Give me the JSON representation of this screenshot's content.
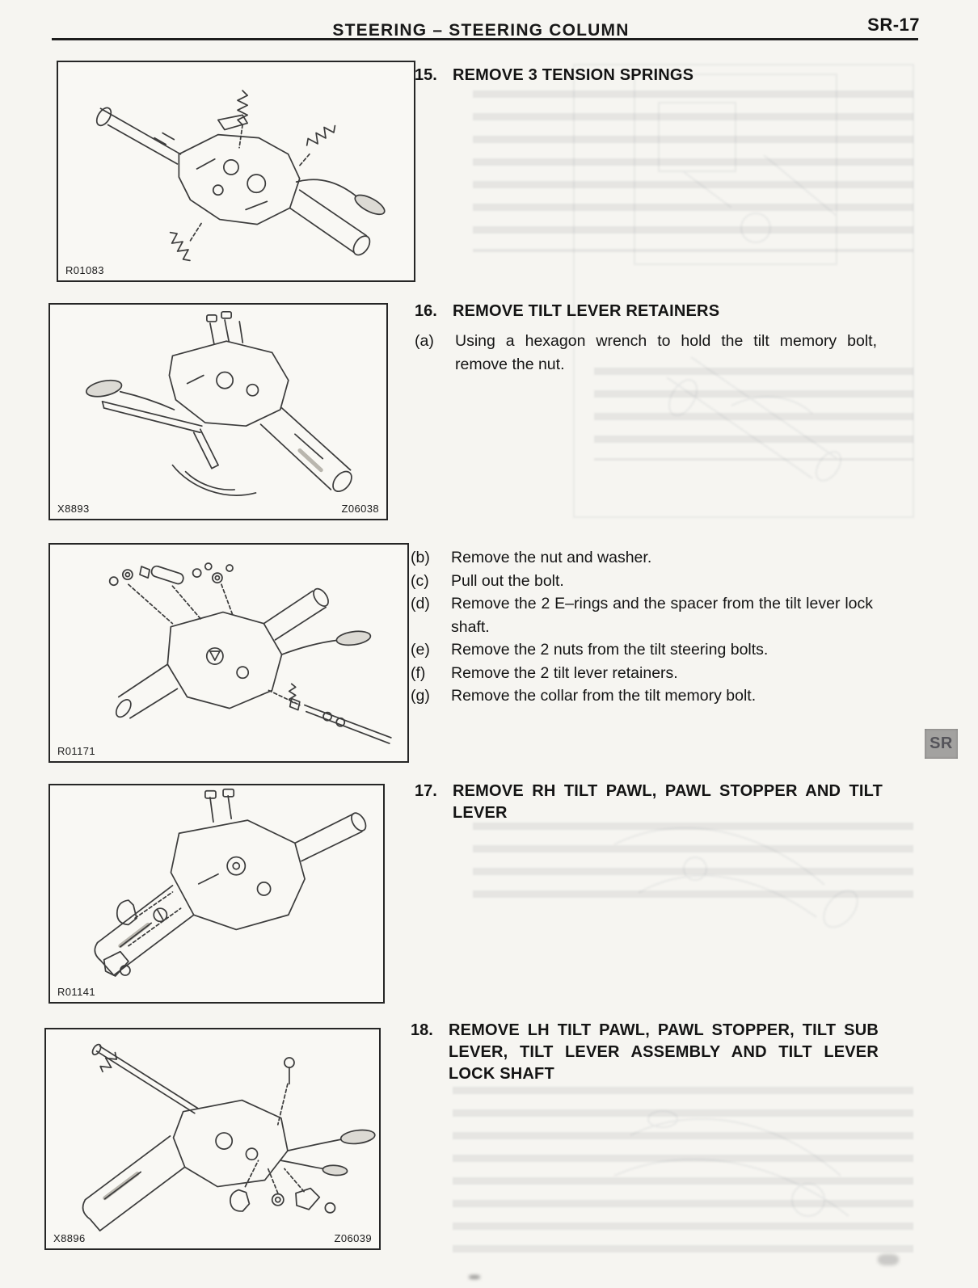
{
  "page": {
    "header_title": "STEERING – STEERING COLUMN",
    "page_number": "SR-17",
    "side_tab_label": "SR"
  },
  "figures": [
    {
      "code_left": "R01083",
      "code_right": ""
    },
    {
      "code_left": "X8893",
      "code_right": "Z06038"
    },
    {
      "code_left": "R01171",
      "code_right": ""
    },
    {
      "code_left": "R01141",
      "code_right": ""
    },
    {
      "code_left": "X8896",
      "code_right": "Z06039"
    }
  ],
  "steps": [
    {
      "number": "15.",
      "title": "REMOVE 3 TENSION SPRINGS",
      "substeps": []
    },
    {
      "number": "16.",
      "title": "REMOVE TILT LEVER RETAINERS",
      "substeps": [
        {
          "label": "(a)",
          "text": "Using a hexagon wrench to hold the tilt memory bolt, remove the nut."
        }
      ]
    },
    {
      "number": "",
      "title": "",
      "substeps": [
        {
          "label": "(b)",
          "text": "Remove the nut and washer."
        },
        {
          "label": "(c)",
          "text": "Pull out the bolt."
        },
        {
          "label": "(d)",
          "text": "Remove the 2 E–rings and the spacer from the tilt lever lock shaft."
        },
        {
          "label": "(e)",
          "text": "Remove the 2 nuts from the tilt steering bolts."
        },
        {
          "label": "(f)",
          "text": "Remove the 2 tilt lever retainers."
        },
        {
          "label": "(g)",
          "text": "Remove the collar from the tilt memory bolt."
        }
      ]
    },
    {
      "number": "17.",
      "title": "REMOVE RH TILT PAWL, PAWL STOPPER AND TILT LEVER",
      "substeps": []
    },
    {
      "number": "18.",
      "title": "REMOVE LH TILT PAWL, PAWL STOPPER, TILT SUB LEVER, TILT LEVER ASSEMBLY AND TILT LEVER LOCK SHAFT",
      "substeps": []
    }
  ]
}
